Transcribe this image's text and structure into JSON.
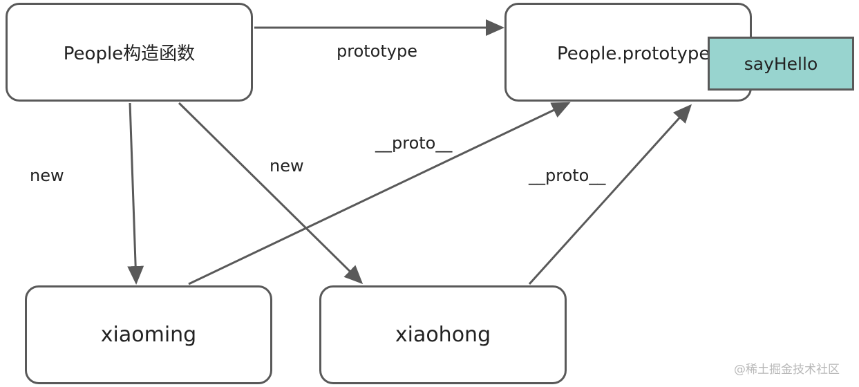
{
  "nodes": {
    "people_constructor": "People构造函数",
    "people_prototype": "People.prototype",
    "xiaoming": "xiaoming",
    "xiaohong": "xiaohong"
  },
  "method": {
    "label": "sayHello",
    "fill_color": "#98d4cf"
  },
  "edges": {
    "constructor_to_prototype": "prototype",
    "constructor_to_xiaoming": "new",
    "constructor_to_xiaohong": "new",
    "xiaoming_to_prototype": "__proto__",
    "xiaohong_to_prototype": "__proto__"
  },
  "colors": {
    "stroke": "#595959",
    "background": "#ffffff"
  },
  "watermark": "@稀土掘金技术社区"
}
